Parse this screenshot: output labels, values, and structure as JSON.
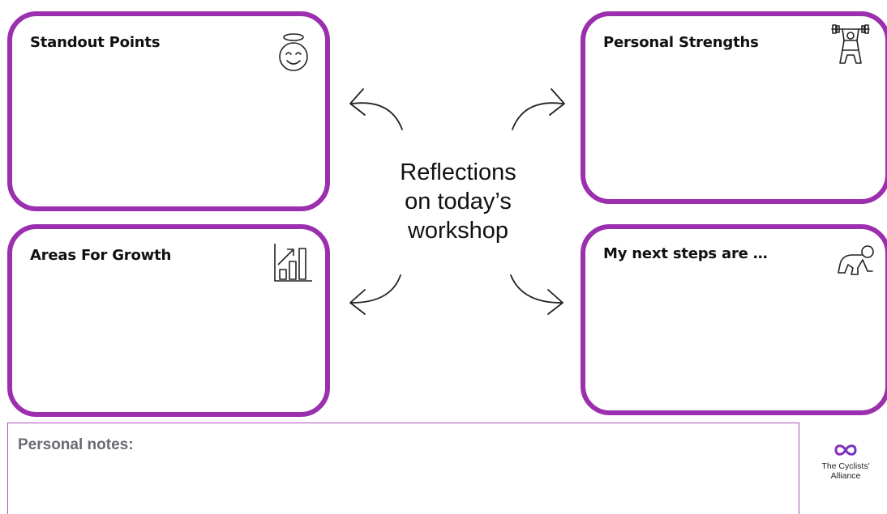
{
  "cards": {
    "standout": {
      "title": "Standout Points",
      "icon": "smiling-halo-face-icon"
    },
    "strengths": {
      "title": "Personal Strengths",
      "icon": "weightlifter-icon"
    },
    "growth": {
      "title": "Areas For Growth",
      "icon": "bar-growth-chart-icon"
    },
    "next_steps": {
      "title": "My next steps are …",
      "icon": "crawling-baby-icon"
    }
  },
  "center": {
    "line1": "Reflections",
    "line2": "on today’s",
    "line3": "workshop"
  },
  "notes": {
    "label": "Personal notes:"
  },
  "logo": {
    "icon": "infinity-loop-icon",
    "line1": "The Cyclists'",
    "line2": "Alliance"
  },
  "colors": {
    "card_border": "#9b2fae",
    "notes_border": "#b04fc0",
    "notes_label": "#6b6b74"
  }
}
